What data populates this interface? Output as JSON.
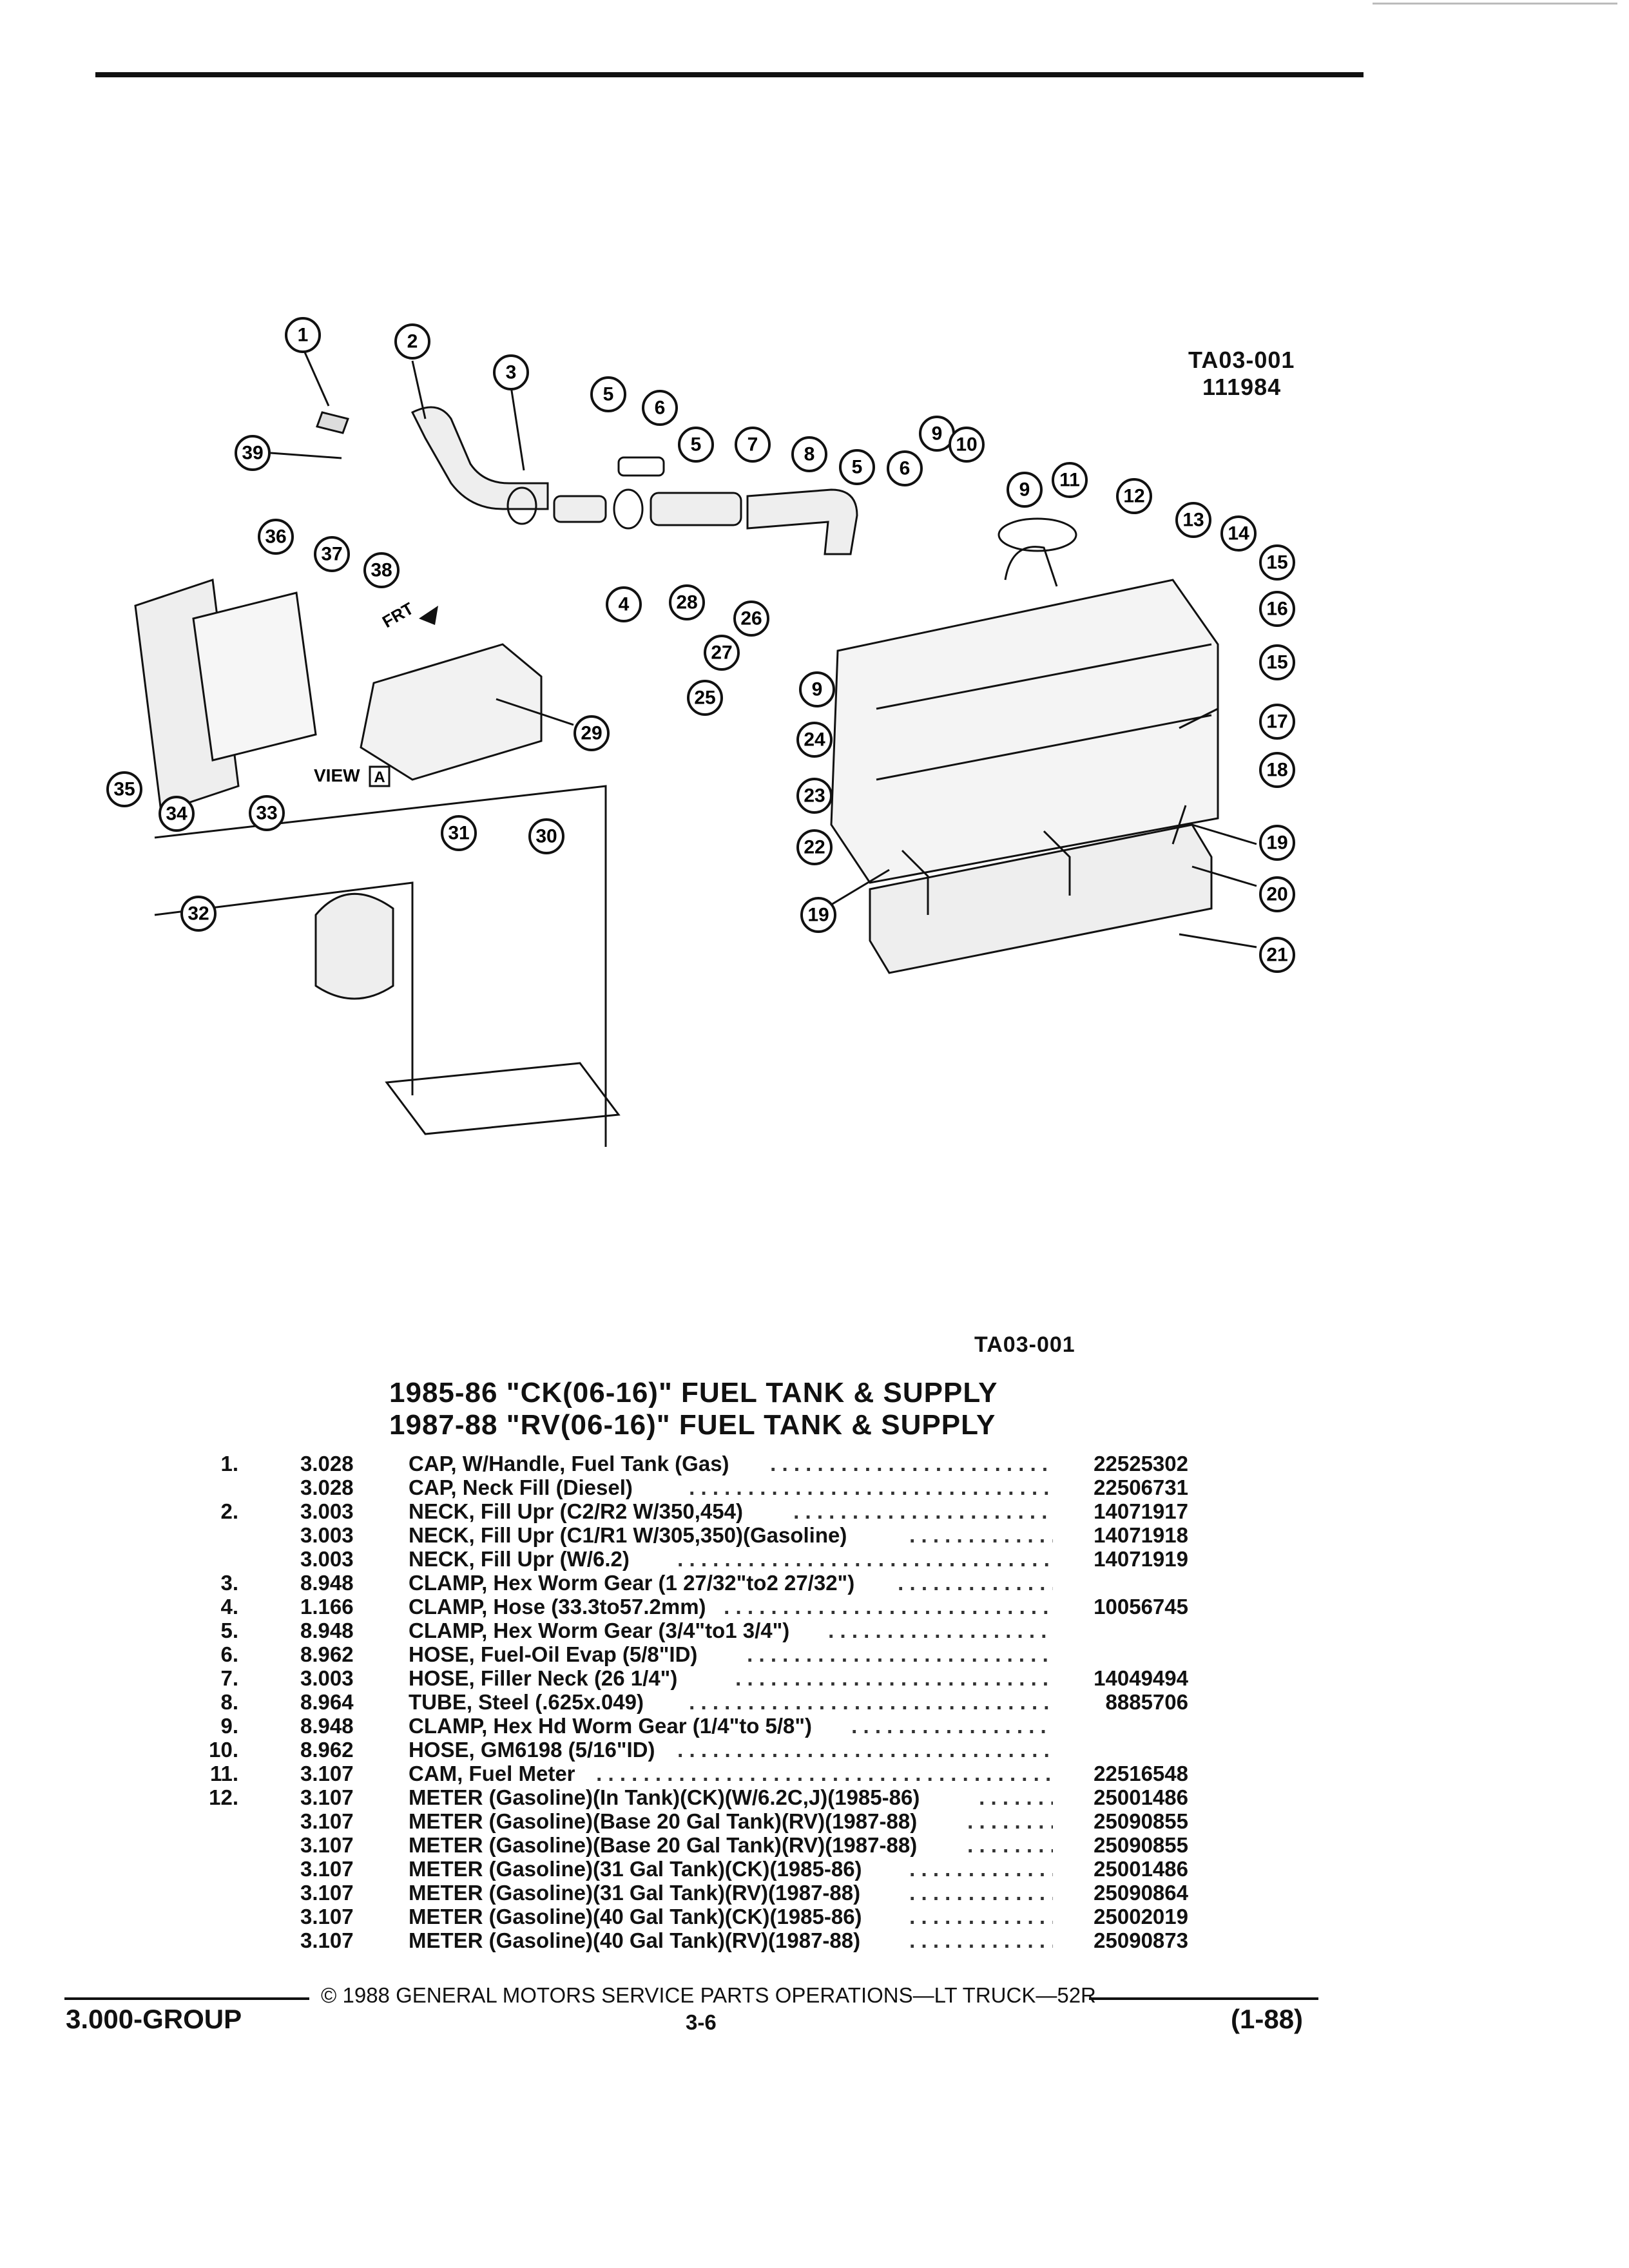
{
  "diagram": {
    "ref_id": "TA03-001",
    "ref_number": "111984",
    "view_label": "VIEW",
    "view_letter": "A",
    "front_label": "FRT",
    "callouts": [
      "1",
      "2",
      "3",
      "4",
      "5",
      "5",
      "5",
      "6",
      "6",
      "7",
      "8",
      "9",
      "9",
      "9",
      "10",
      "11",
      "12",
      "13",
      "14",
      "15",
      "15",
      "16",
      "17",
      "18",
      "19",
      "19",
      "20",
      "21",
      "22",
      "23",
      "24",
      "25",
      "26",
      "27",
      "28",
      "29",
      "30",
      "31",
      "32",
      "33",
      "34",
      "35",
      "36",
      "37",
      "38",
      "39"
    ]
  },
  "caption_ref": "TA03-001",
  "titles": [
    "1985-86 \"CK(06-16)\" FUEL TANK & SUPPLY",
    "1987-88 \"RV(06-16)\" FUEL TANK & SUPPLY"
  ],
  "parts": [
    {
      "item": "1.",
      "group": "3.028",
      "desc": "CAP, W/Handle, Fuel Tank (Gas)",
      "part": "22525302"
    },
    {
      "item": "",
      "group": "3.028",
      "desc": "CAP, Neck Fill (Diesel)",
      "part": "22506731"
    },
    {
      "item": "2.",
      "group": "3.003",
      "desc": "NECK, Fill Upr (C2/R2 W/350,454)",
      "part": "14071917"
    },
    {
      "item": "",
      "group": "3.003",
      "desc": "NECK, Fill Upr (C1/R1 W/305,350)(Gasoline)",
      "part": "14071918"
    },
    {
      "item": "",
      "group": "3.003",
      "desc": "NECK, Fill Upr (W/6.2)",
      "part": "14071919"
    },
    {
      "item": "3.",
      "group": "8.948",
      "desc": "CLAMP, Hex Worm Gear (1 27/32\"to2 27/32\")",
      "part": ""
    },
    {
      "item": "4.",
      "group": "1.166",
      "desc": "CLAMP, Hose (33.3to57.2mm)",
      "part": "10056745"
    },
    {
      "item": "5.",
      "group": "8.948",
      "desc": "CLAMP, Hex Worm Gear (3/4\"to1 3/4\")",
      "part": ""
    },
    {
      "item": "6.",
      "group": "8.962",
      "desc": "HOSE, Fuel-Oil Evap (5/8\"ID)",
      "part": ""
    },
    {
      "item": "7.",
      "group": "3.003",
      "desc": "HOSE, Filler Neck (26 1/4\")",
      "part": "14049494"
    },
    {
      "item": "8.",
      "group": "8.964",
      "desc": "TUBE, Steel (.625x.049)",
      "part": "8885706"
    },
    {
      "item": "9.",
      "group": "8.948",
      "desc": "CLAMP, Hex Hd Worm Gear (1/4\"to 5/8\")",
      "part": ""
    },
    {
      "item": "10.",
      "group": "8.962",
      "desc": "HOSE, GM6198 (5/16\"ID)",
      "part": ""
    },
    {
      "item": "11.",
      "group": "3.107",
      "desc": "CAM, Fuel Meter",
      "part": "22516548"
    },
    {
      "item": "12.",
      "group": "3.107",
      "desc": "METER (Gasoline)(In Tank)(CK)(W/6.2C,J)(1985-86)",
      "part": "25001486"
    },
    {
      "item": "",
      "group": "3.107",
      "desc": "METER (Gasoline)(Base 20 Gal Tank)(RV)(1987-88)",
      "part": "25090855"
    },
    {
      "item": "",
      "group": "3.107",
      "desc": "METER (Gasoline)(Base 20 Gal Tank)(RV)(1987-88)",
      "part": "25090855"
    },
    {
      "item": "",
      "group": "3.107",
      "desc": "METER (Gasoline)(31 Gal Tank)(CK)(1985-86)",
      "part": "25001486"
    },
    {
      "item": "",
      "group": "3.107",
      "desc": "METER (Gasoline)(31 Gal Tank)(RV)(1987-88)",
      "part": "25090864"
    },
    {
      "item": "",
      "group": "3.107",
      "desc": "METER (Gasoline)(40 Gal Tank)(CK)(1985-86)",
      "part": "25002019"
    },
    {
      "item": "",
      "group": "3.107",
      "desc": "METER (Gasoline)(40 Gal Tank)(RV)(1987-88)",
      "part": "25090873"
    }
  ],
  "footer": {
    "copyright": "© 1988 GENERAL MOTORS SERVICE PARTS OPERATIONS—LT TRUCK—52R",
    "group": "3.000-GROUP",
    "page": "3-6",
    "revision": "(1-88)"
  }
}
